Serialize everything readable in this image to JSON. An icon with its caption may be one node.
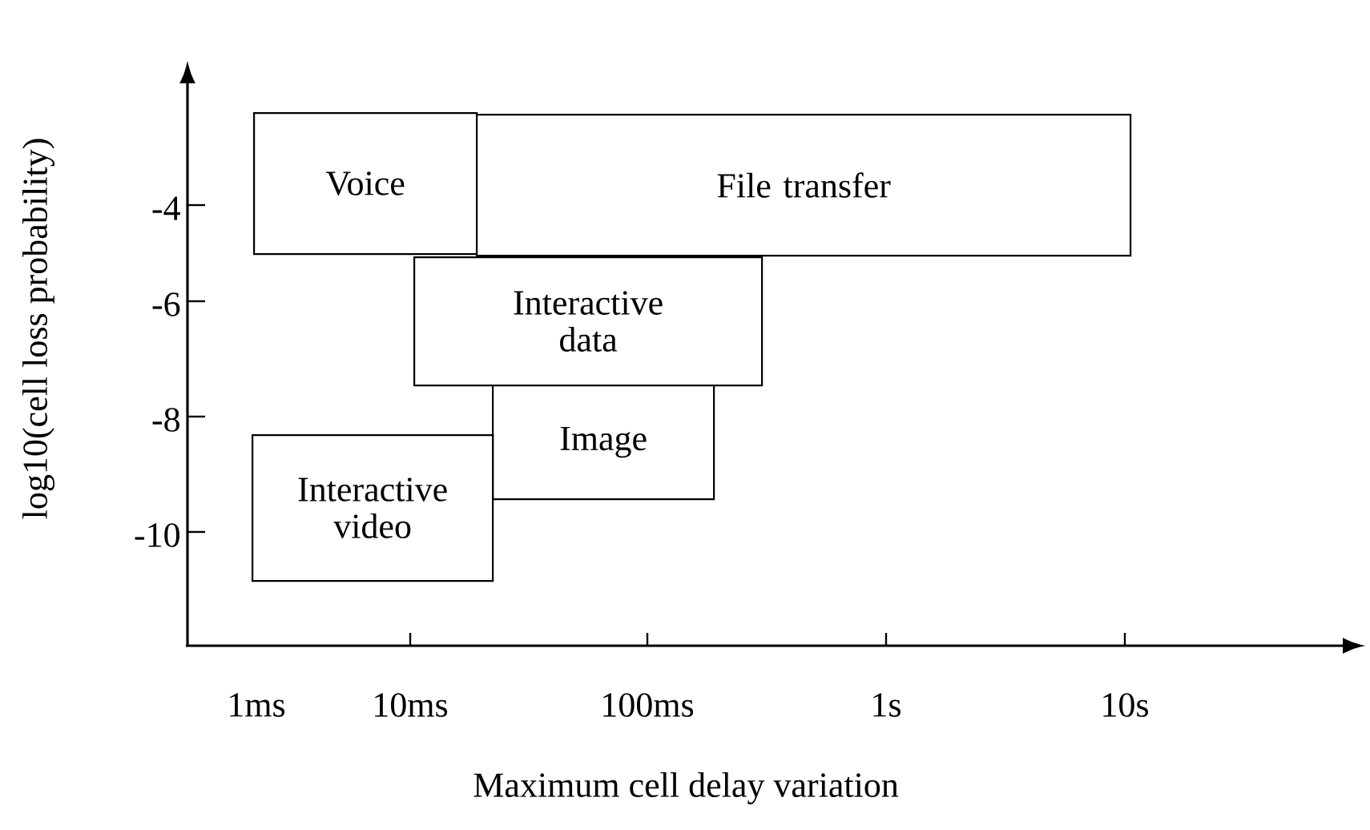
{
  "diagram": {
    "nodes": [
      {
        "text": [
          "Voice"
        ]
      },
      {
        "text": [
          "File transfer"
        ]
      },
      {
        "text": [
          "Interactive data"
        ]
      },
      {
        "text": [
          "Image"
        ]
      },
      {
        "text": [
          "Interactive video"
        ]
      }
    ],
    "labels": [
      "-4",
      "-6",
      "-8",
      "-10",
      "log10(cell loss probability)",
      "1ms",
      "10ms",
      "100ms",
      "1s",
      "10s",
      "Maximum cell delay variation"
    ]
  }
}
